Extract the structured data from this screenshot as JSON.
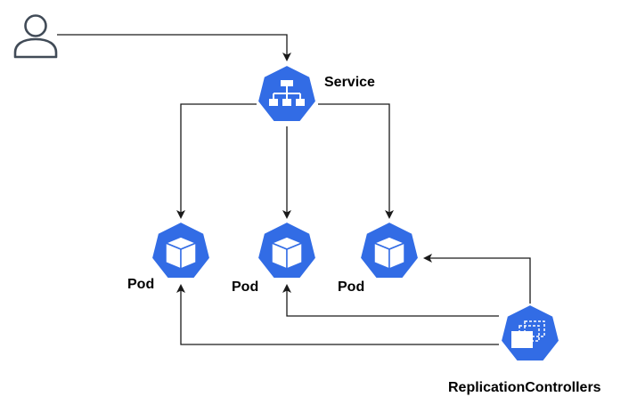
{
  "diagram": {
    "colors": {
      "kube_blue": "#326ce5",
      "line": "#1a1a1a",
      "user_stroke": "#414b57"
    },
    "nodes": {
      "user": {
        "icon": "user-icon"
      },
      "service": {
        "label": "Service",
        "icon": "service-icon"
      },
      "pod1": {
        "label": "Pod",
        "icon": "pod-icon"
      },
      "pod2": {
        "label": "Pod",
        "icon": "pod-icon"
      },
      "pod3": {
        "label": "Pod",
        "icon": "pod-icon"
      },
      "rc": {
        "label": "ReplicationControllers",
        "icon": "replication-controller-icon"
      }
    },
    "edges": [
      {
        "from": "user",
        "to": "service"
      },
      {
        "from": "service",
        "to": "pod1"
      },
      {
        "from": "service",
        "to": "pod2"
      },
      {
        "from": "service",
        "to": "pod3"
      },
      {
        "from": "rc",
        "to": "pod1"
      },
      {
        "from": "rc",
        "to": "pod2"
      },
      {
        "from": "rc",
        "to": "pod3"
      }
    ]
  }
}
